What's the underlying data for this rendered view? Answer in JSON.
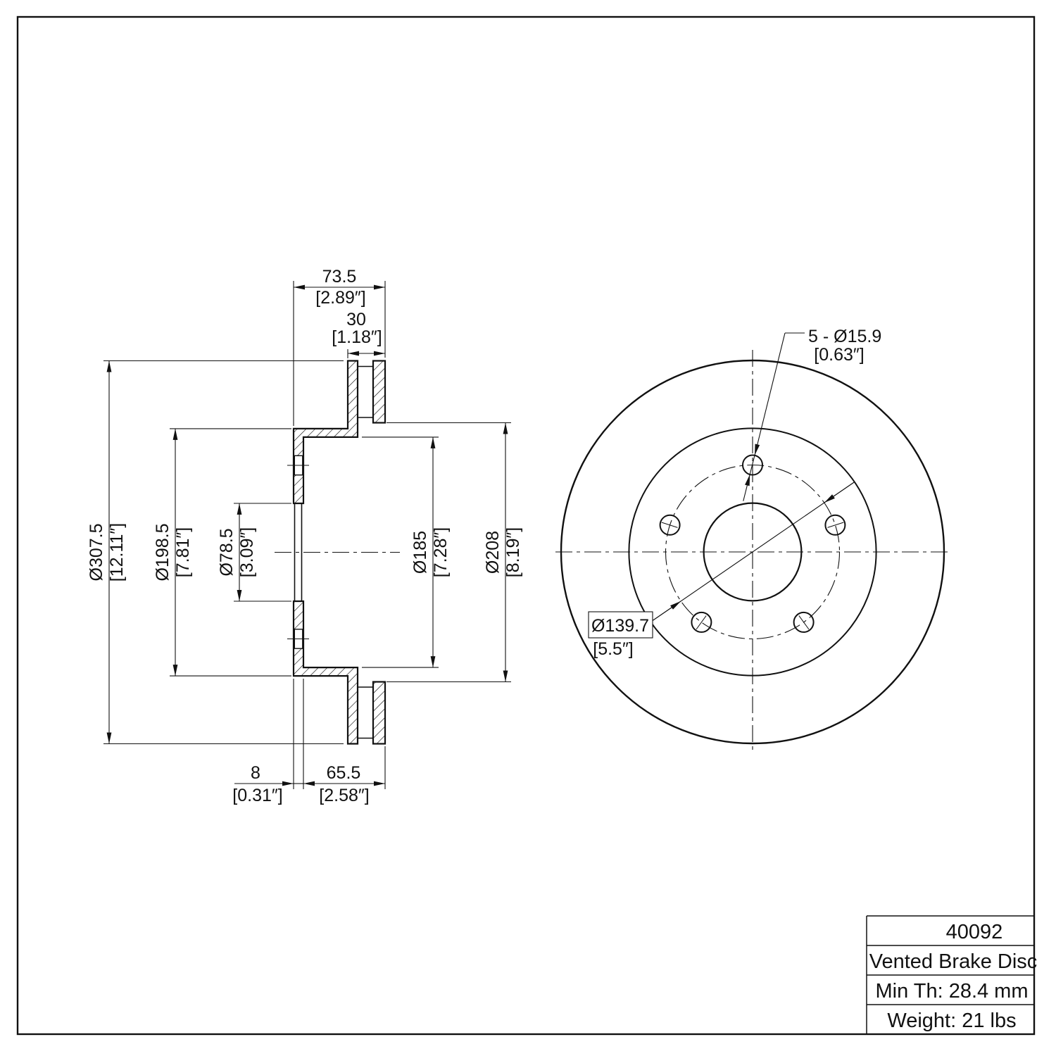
{
  "dims": {
    "width": {
      "mm": "73.5",
      "in": "[2.89″]"
    },
    "pad": {
      "mm": "30",
      "in": "[1.18″]"
    },
    "od": {
      "mm": "Ø307.5",
      "in": "[12.11″]"
    },
    "hat": {
      "mm": "Ø198.5",
      "in": "[7.81″]"
    },
    "bore": {
      "mm": "Ø78.5",
      "in": "[3.09″]"
    },
    "inner": {
      "mm": "Ø185",
      "in": "[7.28″]"
    },
    "band": {
      "mm": "Ø208",
      "in": "[8.19″]"
    },
    "flange": {
      "mm": "8",
      "in": "[0.31″]"
    },
    "depth": {
      "mm": "65.5",
      "in": "[2.58″]"
    },
    "studs": {
      "mm": "5 - Ø15.9",
      "in": "[0.63″]"
    },
    "bcd": {
      "mm": "Ø139.7",
      "in": "[5.5″]"
    }
  },
  "title_block": {
    "part_number": "40092",
    "part_name": "Vented Brake Disc",
    "min_thickness": "Min Th: 28.4 mm",
    "weight": "Weight: 21 lbs"
  },
  "colors": {
    "line": "#111111",
    "paper": "#ffffff"
  }
}
